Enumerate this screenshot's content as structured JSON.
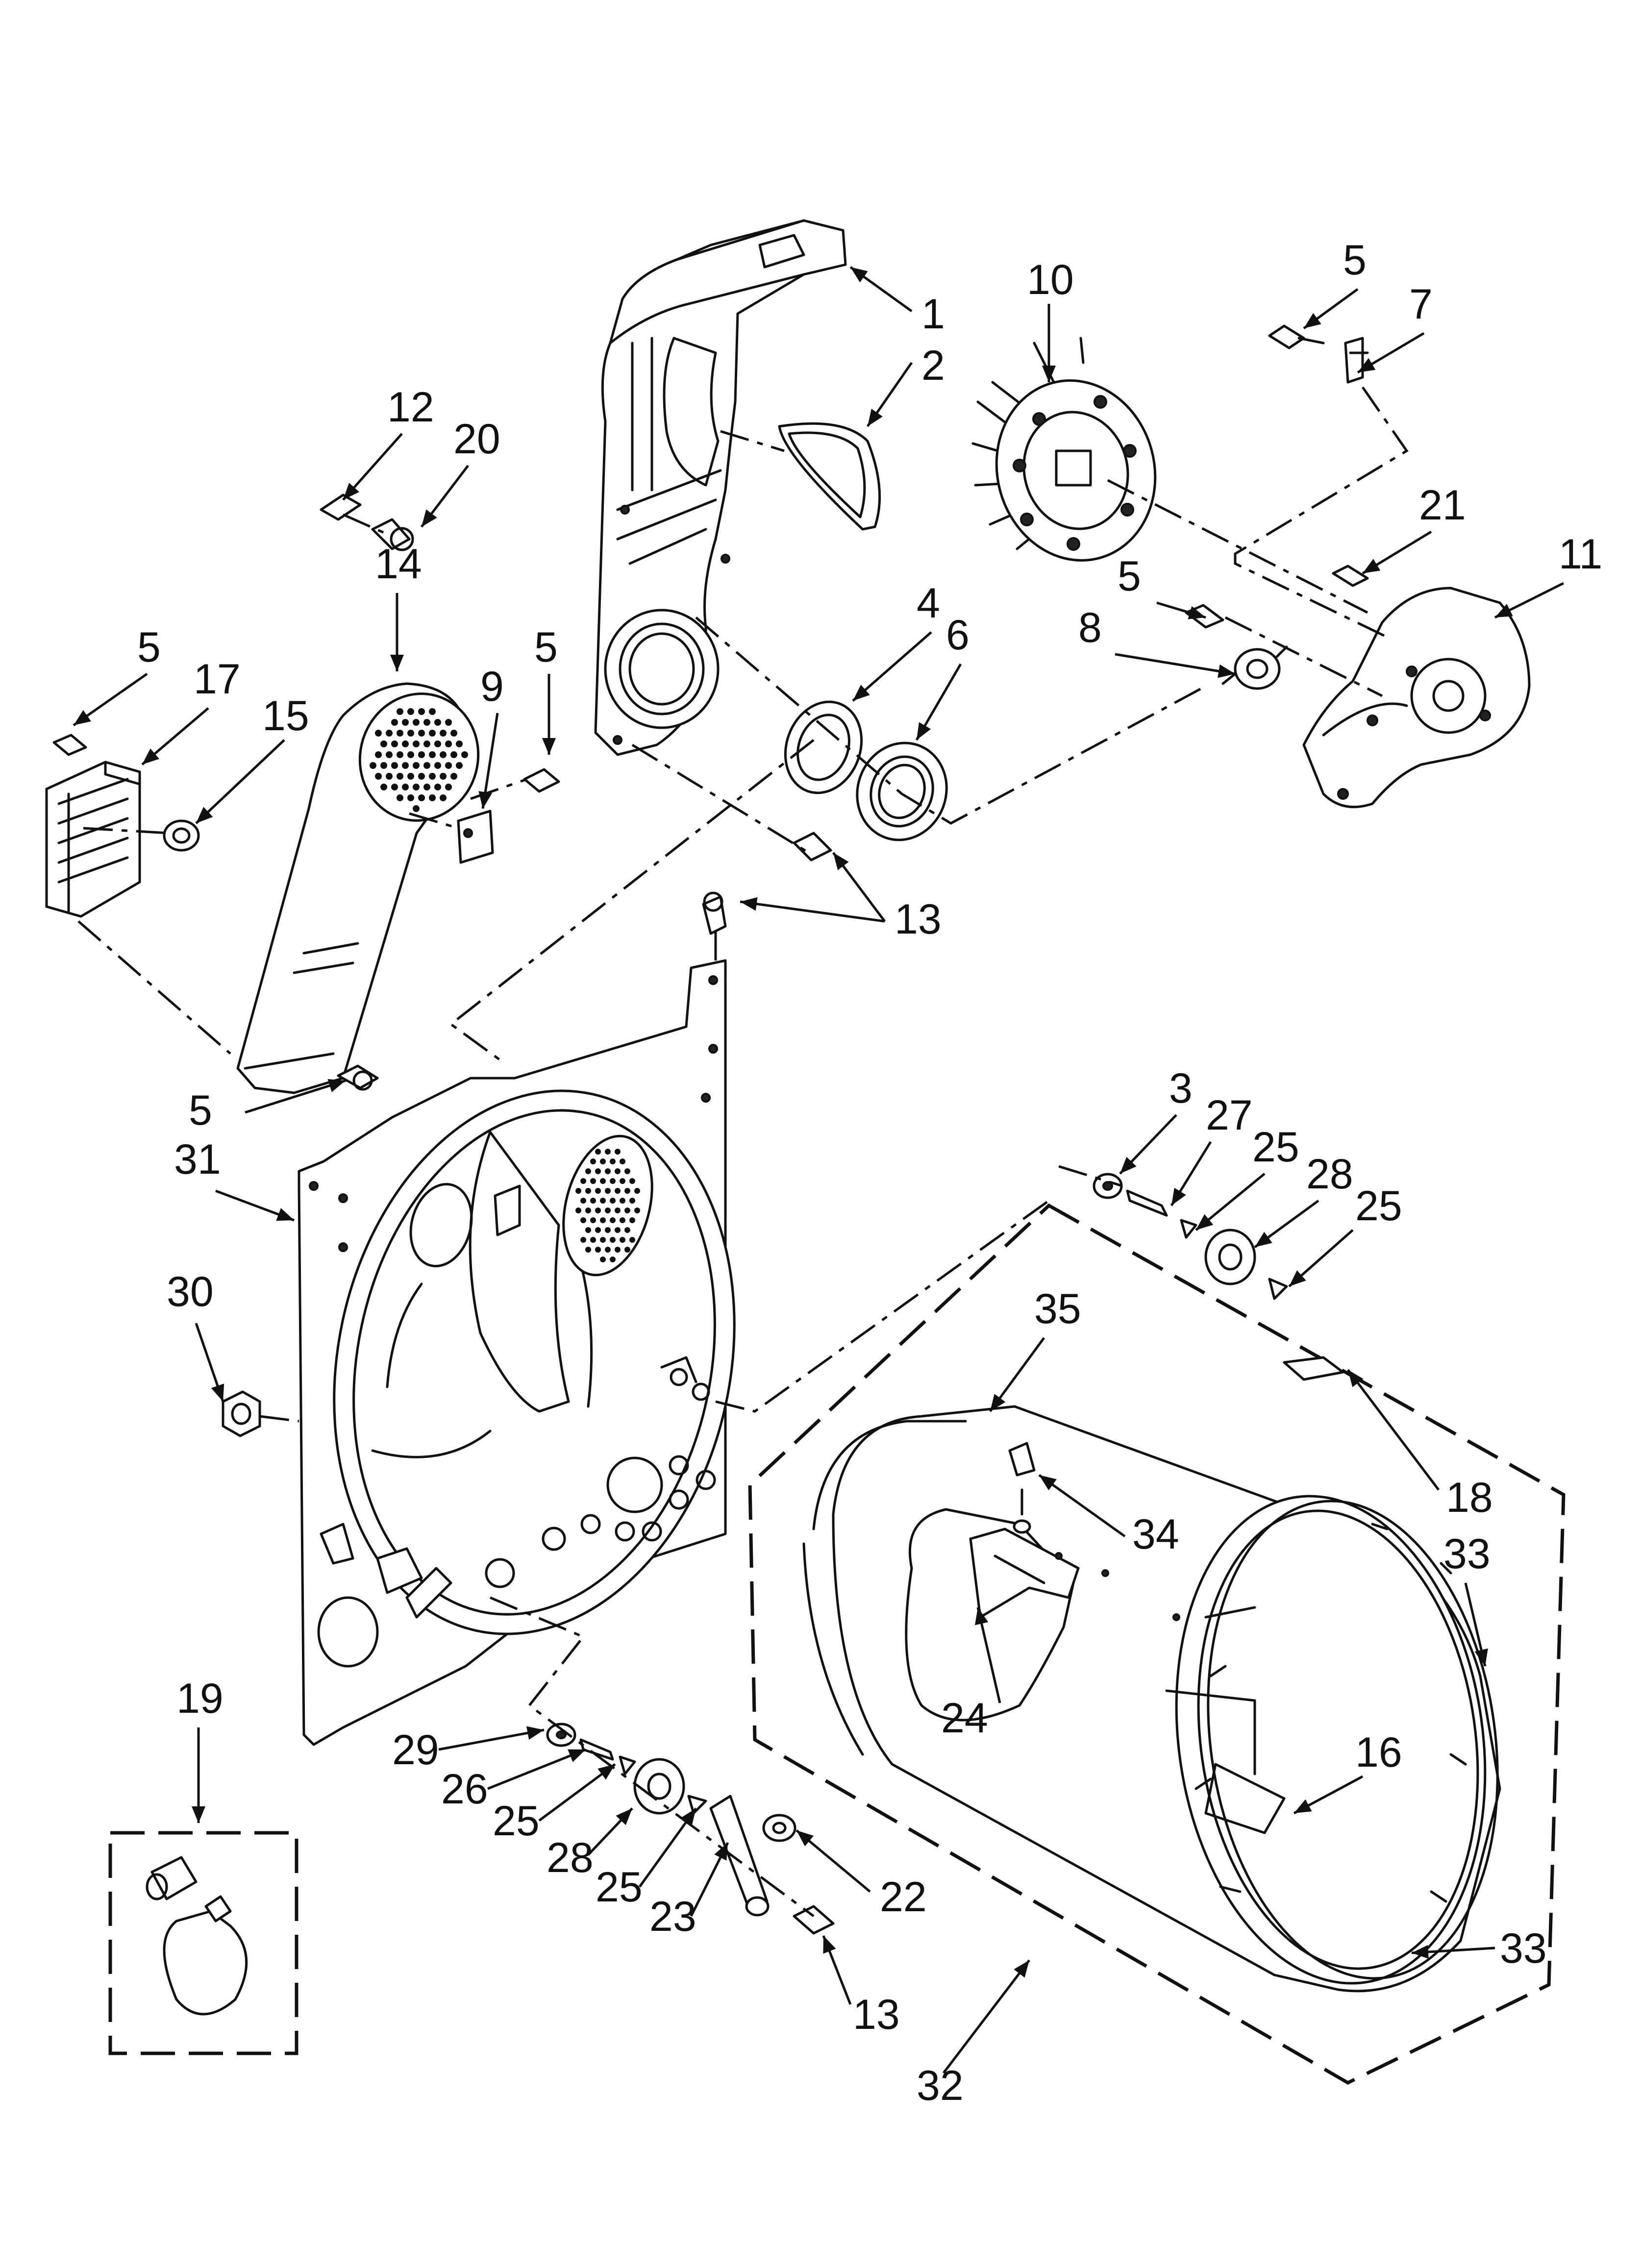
{
  "colors": {
    "ink": "#111111",
    "paper": "#ffffff"
  },
  "callouts": [
    {
      "id": "c1",
      "text": "1"
    },
    {
      "id": "c2",
      "text": "2"
    },
    {
      "id": "c10",
      "text": "10"
    },
    {
      "id": "c5a",
      "text": "5"
    },
    {
      "id": "c7",
      "text": "7"
    },
    {
      "id": "c12",
      "text": "12"
    },
    {
      "id": "c20",
      "text": "20"
    },
    {
      "id": "c21",
      "text": "21"
    },
    {
      "id": "c11",
      "text": "11"
    },
    {
      "id": "c5b",
      "text": "5"
    },
    {
      "id": "c8",
      "text": "8"
    },
    {
      "id": "c14",
      "text": "14"
    },
    {
      "id": "c4",
      "text": "4"
    },
    {
      "id": "c6",
      "text": "6"
    },
    {
      "id": "c5c",
      "text": "5"
    },
    {
      "id": "c17",
      "text": "17"
    },
    {
      "id": "c5d",
      "text": "5"
    },
    {
      "id": "c9",
      "text": "9"
    },
    {
      "id": "c15",
      "text": "15"
    },
    {
      "id": "c13a",
      "text": "13"
    },
    {
      "id": "c5e",
      "text": "5"
    },
    {
      "id": "c3",
      "text": "3"
    },
    {
      "id": "c27",
      "text": "27"
    },
    {
      "id": "c25a",
      "text": "25"
    },
    {
      "id": "c28a",
      "text": "28"
    },
    {
      "id": "c25b",
      "text": "25"
    },
    {
      "id": "c31",
      "text": "31"
    },
    {
      "id": "c30",
      "text": "30"
    },
    {
      "id": "c35",
      "text": "35"
    },
    {
      "id": "c18",
      "text": "18"
    },
    {
      "id": "c34",
      "text": "34"
    },
    {
      "id": "c33a",
      "text": "33"
    },
    {
      "id": "c24",
      "text": "24"
    },
    {
      "id": "c16",
      "text": "16"
    },
    {
      "id": "c19",
      "text": "19"
    },
    {
      "id": "c29",
      "text": "29"
    },
    {
      "id": "c26",
      "text": "26"
    },
    {
      "id": "c25c",
      "text": "25"
    },
    {
      "id": "c28b",
      "text": "28"
    },
    {
      "id": "c25d",
      "text": "25"
    },
    {
      "id": "c23",
      "text": "23"
    },
    {
      "id": "c22",
      "text": "22"
    },
    {
      "id": "c13b",
      "text": "13"
    },
    {
      "id": "c32",
      "text": "32"
    },
    {
      "id": "c33b",
      "text": "33"
    }
  ]
}
